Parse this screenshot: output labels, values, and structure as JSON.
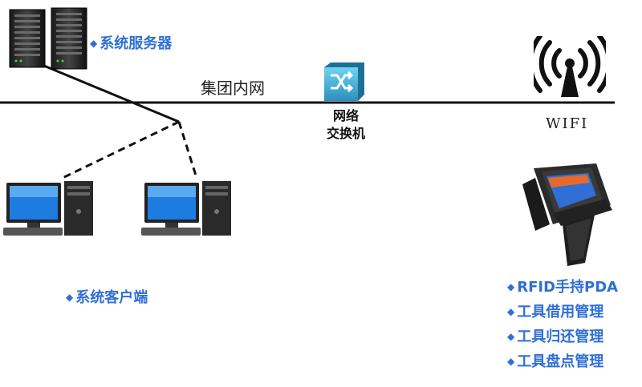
{
  "server": {
    "label": "系统服务器",
    "icon": "server-icon"
  },
  "network": {
    "label": "集团内网"
  },
  "switch": {
    "line1": "网络",
    "line2": "交换机",
    "icon": "network-switch-icon"
  },
  "wifi": {
    "label": "WIFI",
    "icon": "wifi-antenna-icon"
  },
  "client": {
    "label": "系统客户端",
    "icon": "desktop-computer-icon"
  },
  "pda": {
    "icon": "rfid-handheld-icon",
    "items": [
      "RFID手持PDA",
      "工具借用管理",
      "工具归还管理",
      "工具盘点管理"
    ]
  },
  "colors": {
    "accent": "#2f6fd6",
    "line": "#111111",
    "switch": "#3ab0d8"
  }
}
